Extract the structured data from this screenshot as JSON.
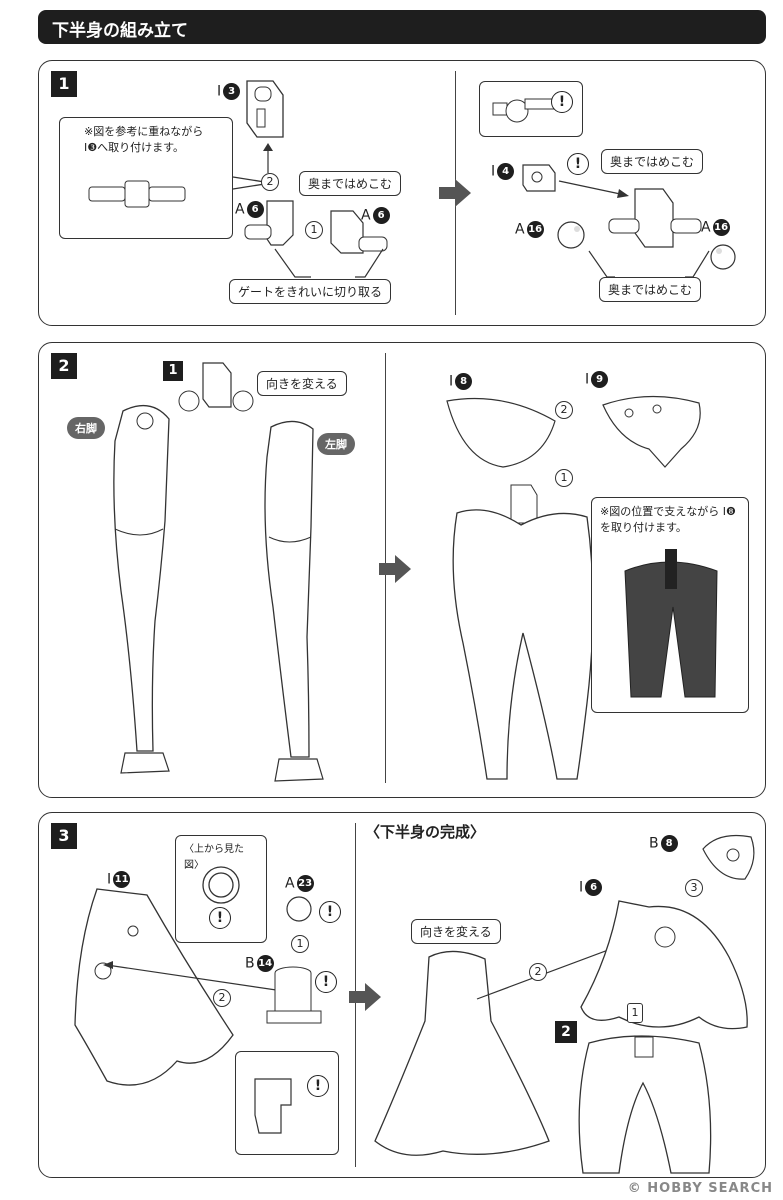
{
  "header": {
    "title": "下半身の組み立て"
  },
  "steps": {
    "step1": {
      "number": "1",
      "note": "※図を参考に重ねながら I❸へ取り付けます。",
      "part_i3": {
        "letter": "I",
        "num": "3"
      },
      "part_a6_left": {
        "letter": "A",
        "num": "6"
      },
      "part_a6_right": {
        "letter": "A",
        "num": "6"
      },
      "part_i4": {
        "letter": "I",
        "num": "4"
      },
      "part_a16_left": {
        "letter": "A",
        "num": "16"
      },
      "part_a16_right": {
        "letter": "A",
        "num": "16"
      },
      "callout_push_left": "奥まではめこむ",
      "callout_gate": "ゲートをきれいに切り取る",
      "callout_push_right_top": "奥まではめこむ",
      "callout_push_right_bottom": "奥まではめこむ",
      "seq_1": "1",
      "seq_2": "2"
    },
    "step2": {
      "number": "2",
      "ref_step": "1",
      "callout_turn": "向きを変える",
      "right_leg": "右脚",
      "left_leg": "左脚",
      "part_i8": {
        "letter": "I",
        "num": "8"
      },
      "part_i9": {
        "letter": "I",
        "num": "9"
      },
      "seq_1": "1",
      "seq_2": "2",
      "note": "※図の位置で支えながら I❽を取り付けます。"
    },
    "step3": {
      "number": "3",
      "top_view": "〈上から見た図〉",
      "part_i11": {
        "letter": "I",
        "num": "11"
      },
      "part_a23": {
        "letter": "A",
        "num": "23"
      },
      "part_b14": {
        "letter": "B",
        "num": "14"
      },
      "seq_1": "1",
      "seq_2": "2",
      "complete_title": "〈下半身の完成〉",
      "callout_turn": "向きを変える",
      "part_b8": {
        "letter": "B",
        "num": "8"
      },
      "part_i6": {
        "letter": "I",
        "num": "6"
      },
      "ref_step": "2",
      "seq_c1": "1",
      "seq_c2": "2",
      "seq_c3": "3"
    }
  },
  "watermark": "© HOBBY SEARCH",
  "warning_symbol": "!"
}
